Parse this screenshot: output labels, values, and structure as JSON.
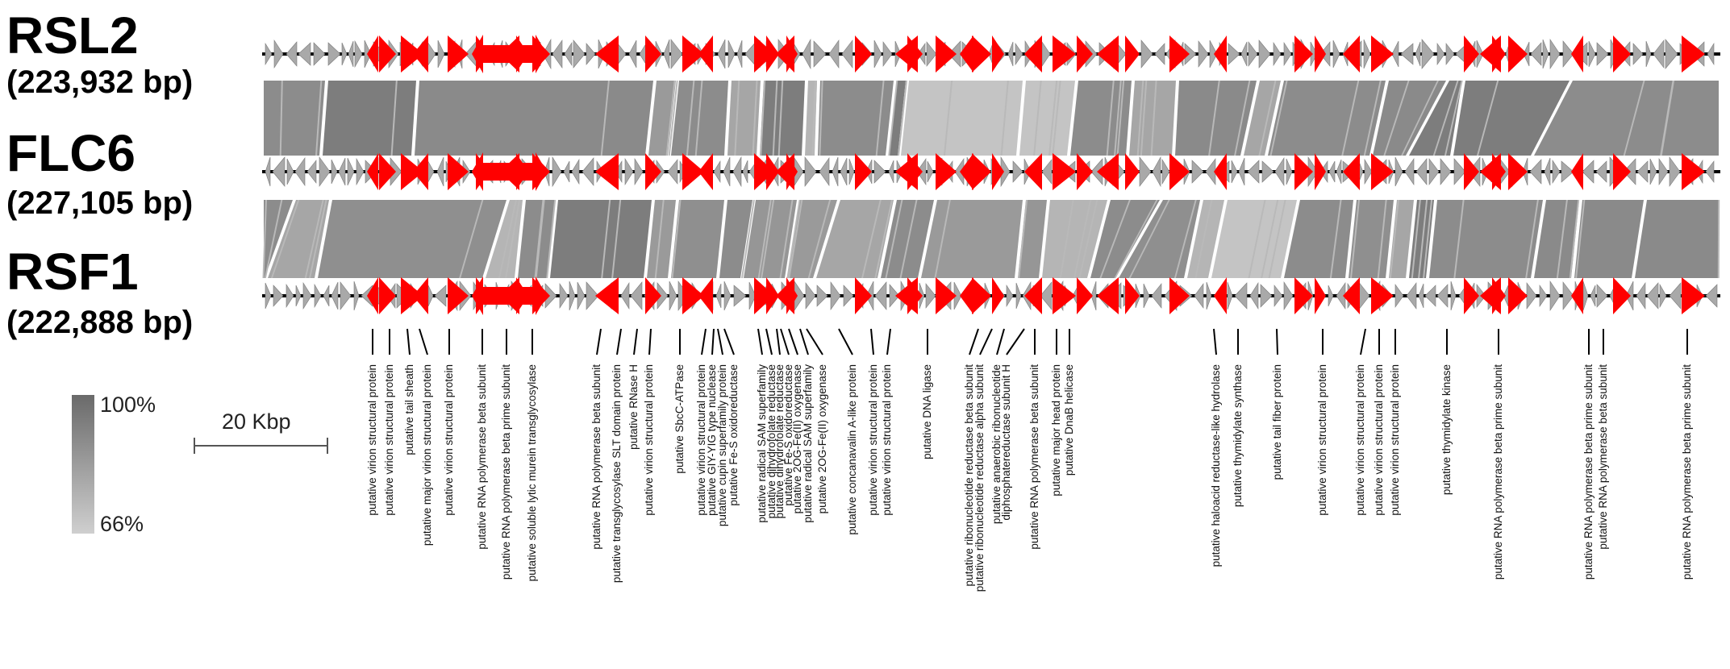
{
  "genomes": [
    {
      "name": "RSL2",
      "size": "(223,932 bp)"
    },
    {
      "name": "FLC6",
      "size": "(227,105 bp)"
    },
    {
      "name": "RSF1",
      "size": "(222,888 bp)"
    }
  ],
  "identity_legend": {
    "max": "100%",
    "min": "66%"
  },
  "scale_bar": {
    "label": "20 Kbp"
  },
  "colors": {
    "highlight_gene": "#ff0000",
    "other_gene": "#a9a9a9",
    "genome_line": "#000000"
  },
  "gene_labels": [
    "putative  virion structural protein",
    "putative  virion structural protein",
    "putative tail sheath",
    "putative  major virion structural protein",
    "putative  virion structural protein",
    "putative  RNA polymerase beta subunit",
    "putative  RNA polymerase beta prime subunit",
    "putative soluble lytic murein transglycosylase",
    "putative  RNA polymerase beta subunit",
    "putative transglycosylase SLT domain protein",
    "putative RNase H",
    "putative  virion structural protein",
    "putative  SbcC-ATPase",
    "putative  virion structural protein",
    "putative  GIY-YIG type nuclease",
    "putative  cupin superfamily protein",
    "putative Fe-S oxidoreductase",
    "putative radical SAM superfamily",
    "putative dihydrofolate reductase",
    "putative dihydrofolate reductase",
    "putative Fe-S oxidoreductase",
    "putative 2OG-Fe(II) oxygenase",
    "putative radical SAM superfamily",
    "putative 2OG-Fe(II) oxygenase",
    "putative concanavalin A-like protein",
    "putative virion structural protein",
    "putative virion structural protein",
    "putative DNA ligase",
    "putative ribonucleotide reductase beta subunit",
    "putative ribonucleotide reductase alpha subunit",
    "putative anaerobic ribonucleotide",
    "diphosphatereductase subunit H",
    "putative RNA polymerase beta subunit",
    "putative major head protein",
    "putative DnaB helicase",
    "putative haloacid reductase-like hydrolase",
    "putative thymidylate synthase",
    "putative tail fiber protein",
    "putative virion structural protein",
    "putative virion structural protein",
    "putative virion structural protein",
    "putative virion structural protein",
    "putative thymidylate kinase",
    "putative RNA polymerase beta prime subunit",
    "putative RNA polymerase beta prime subunit",
    "putative RNA polymerase beta subunit",
    "putative RNA polymerase beta prime subunit"
  ]
}
